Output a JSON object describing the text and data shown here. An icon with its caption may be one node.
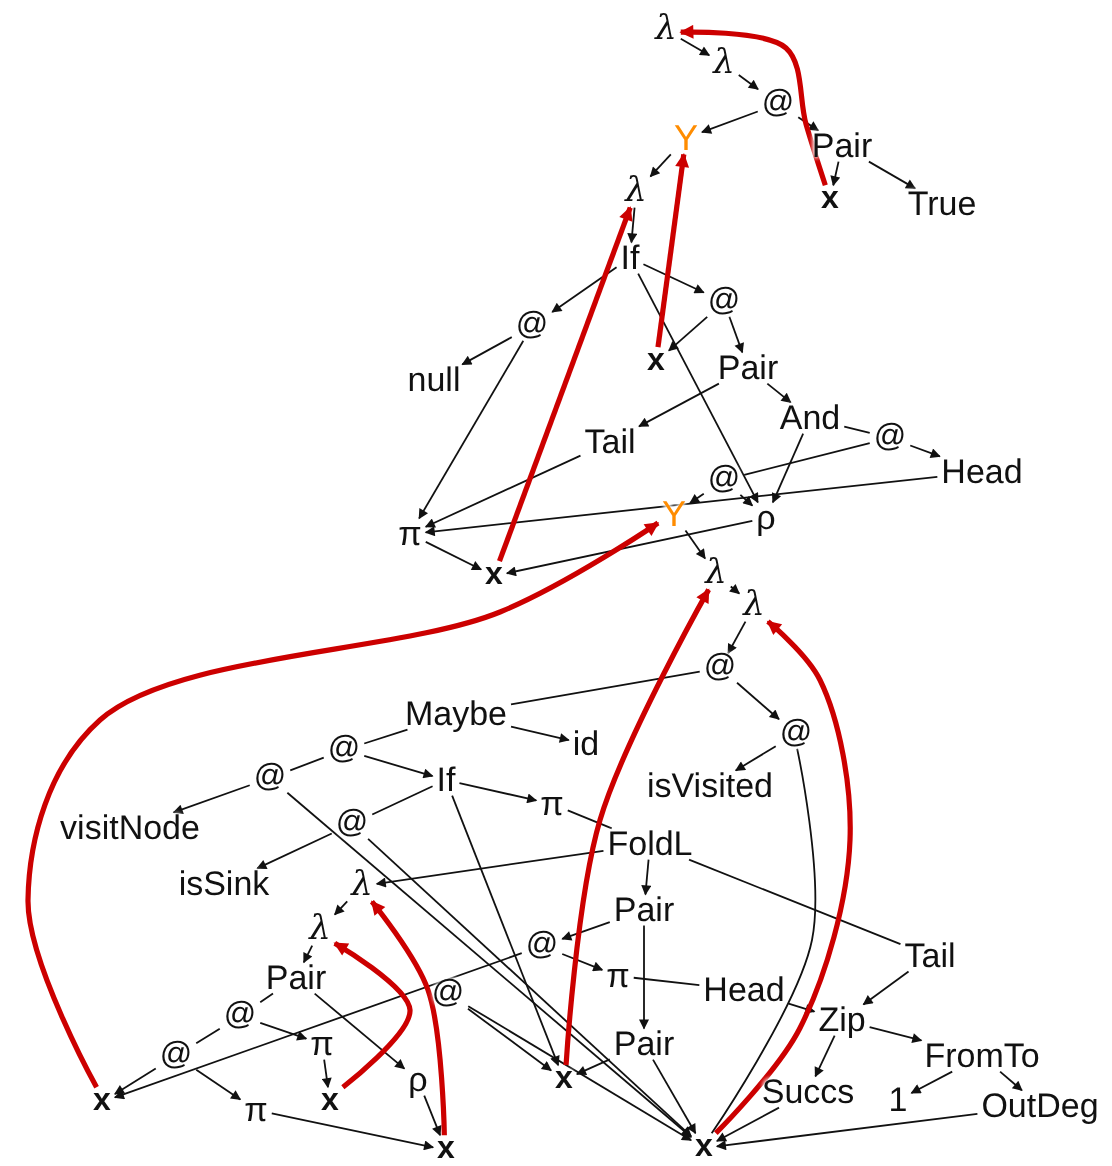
{
  "diagram": {
    "nodes": [
      {
        "text": [
          "λ"
        ]
      },
      {
        "text": [
          "λ"
        ]
      },
      {
        "text": [
          "@"
        ]
      },
      {
        "text": [
          "Y"
        ]
      },
      {
        "text": [
          "Pair"
        ]
      },
      {
        "text": [
          "x"
        ]
      },
      {
        "text": [
          "True"
        ]
      },
      {
        "text": [
          "λ"
        ]
      },
      {
        "text": [
          "If"
        ]
      },
      {
        "text": [
          "@"
        ]
      },
      {
        "text": [
          "@"
        ]
      },
      {
        "text": [
          "null"
        ]
      },
      {
        "text": [
          "x"
        ]
      },
      {
        "text": [
          "Pair"
        ]
      },
      {
        "text": [
          "And"
        ]
      },
      {
        "text": [
          "@"
        ]
      },
      {
        "text": [
          "Tail"
        ]
      },
      {
        "text": [
          "Head"
        ]
      },
      {
        "text": [
          "@"
        ]
      },
      {
        "text": [
          "Y"
        ]
      },
      {
        "text": [
          "ρ"
        ]
      },
      {
        "text": [
          "π"
        ]
      },
      {
        "text": [
          "x"
        ]
      },
      {
        "text": [
          "λ"
        ]
      },
      {
        "text": [
          "λ"
        ]
      },
      {
        "text": [
          "@"
        ]
      },
      {
        "text": [
          "Maybe"
        ]
      },
      {
        "text": [
          "id"
        ]
      },
      {
        "text": [
          "@"
        ]
      },
      {
        "text": [
          "isVisited"
        ]
      },
      {
        "text": [
          "@"
        ]
      },
      {
        "text": [
          "If"
        ]
      },
      {
        "text": [
          "π"
        ]
      },
      {
        "text": [
          "@"
        ]
      },
      {
        "text": [
          "visitNode"
        ]
      },
      {
        "text": [
          "@"
        ]
      },
      {
        "text": [
          "FoldL"
        ]
      },
      {
        "text": [
          "isSink"
        ]
      },
      {
        "text": [
          "λ"
        ]
      },
      {
        "text": [
          "Pair"
        ]
      },
      {
        "text": [
          "λ"
        ]
      },
      {
        "text": [
          "Pair"
        ]
      },
      {
        "text": [
          "@"
        ]
      },
      {
        "text": [
          "@"
        ]
      },
      {
        "text": [
          "π"
        ]
      },
      {
        "text": [
          "Head"
        ]
      },
      {
        "text": [
          "@"
        ]
      },
      {
        "text": [
          "Tail"
        ]
      },
      {
        "text": [
          "Zip"
        ]
      },
      {
        "text": [
          "@"
        ]
      },
      {
        "text": [
          "π"
        ]
      },
      {
        "text": [
          "Pair"
        ]
      },
      {
        "text": [
          "FromTo"
        ]
      },
      {
        "text": [
          "ρ"
        ]
      },
      {
        "text": [
          "x"
        ]
      },
      {
        "text": [
          "x"
        ]
      },
      {
        "text": [
          "π"
        ]
      },
      {
        "text": [
          "x"
        ]
      },
      {
        "text": [
          "Succs"
        ]
      },
      {
        "text": [
          "1"
        ]
      },
      {
        "text": [
          "OutDeg"
        ]
      },
      {
        "text": [
          "x"
        ]
      },
      {
        "text": [
          "x"
        ]
      }
    ],
    "edges": [
      {
        "from": 0,
        "to": 1,
        "arrow": "to"
      },
      {
        "from": 1,
        "to": 2,
        "arrow": "to"
      },
      {
        "from": 2,
        "to": 3,
        "arrow": "to"
      },
      {
        "from": 2,
        "to": 4,
        "arrow": "to"
      },
      {
        "from": 4,
        "to": 5,
        "arrow": "to"
      },
      {
        "from": 4,
        "to": 6,
        "arrow": "to"
      },
      {
        "from": 3,
        "to": 7,
        "arrow": "to"
      },
      {
        "from": 7,
        "to": 8,
        "arrow": "to"
      },
      {
        "from": 8,
        "to": 9,
        "arrow": "to"
      },
      {
        "from": 8,
        "to": 10,
        "arrow": "to"
      },
      {
        "from": 8,
        "to": 20,
        "arrow": "to"
      },
      {
        "from": 9,
        "to": 11,
        "arrow": "to"
      },
      {
        "from": 9,
        "to": 21,
        "arrow": "to"
      },
      {
        "from": 10,
        "to": 12,
        "arrow": "to"
      },
      {
        "from": 10,
        "to": 13,
        "arrow": "to"
      },
      {
        "from": 13,
        "to": 16,
        "arrow": "to"
      },
      {
        "from": 13,
        "to": 14,
        "arrow": "to"
      },
      {
        "from": 14,
        "to": 20,
        "arrow": "to"
      },
      {
        "from": 15,
        "to": 14,
        "arrow": "none"
      },
      {
        "from": 15,
        "to": 17,
        "arrow": "to"
      },
      {
        "from": 18,
        "to": 15,
        "arrow": "none"
      },
      {
        "from": 18,
        "to": 19,
        "arrow": "to"
      },
      {
        "from": 18,
        "to": 20,
        "arrow": "to"
      },
      {
        "from": 17,
        "to": 21,
        "arrow": "to"
      },
      {
        "from": 16,
        "to": 21,
        "arrow": "to"
      },
      {
        "from": 20,
        "to": 22,
        "arrow": "to"
      },
      {
        "from": 21,
        "to": 22,
        "arrow": "to"
      },
      {
        "from": 19,
        "to": 23,
        "arrow": "to"
      },
      {
        "from": 23,
        "to": 24,
        "arrow": "to"
      },
      {
        "from": 24,
        "to": 25,
        "arrow": "to"
      },
      {
        "from": 25,
        "to": 26,
        "arrow": "none"
      },
      {
        "from": 25,
        "to": 28,
        "arrow": "to"
      },
      {
        "from": 28,
        "to": 29,
        "arrow": "to"
      },
      {
        "from": 28,
        "to": 62,
        "arrow": "none"
      },
      {
        "from": 26,
        "to": 27,
        "arrow": "to"
      },
      {
        "from": 30,
        "to": 26,
        "arrow": "none"
      },
      {
        "from": 30,
        "to": 31,
        "arrow": "to"
      },
      {
        "from": 33,
        "to": 30,
        "arrow": "none"
      },
      {
        "from": 33,
        "to": 34,
        "arrow": "to"
      },
      {
        "from": 33,
        "to": 62,
        "arrow": "to"
      },
      {
        "from": 31,
        "to": 32,
        "arrow": "to"
      },
      {
        "from": 31,
        "to": 57,
        "arrow": "to"
      },
      {
        "from": 32,
        "to": 36,
        "arrow": "none"
      },
      {
        "from": 35,
        "to": 31,
        "arrow": "none"
      },
      {
        "from": 35,
        "to": 37,
        "arrow": "to"
      },
      {
        "from": 35,
        "to": 62,
        "arrow": "to"
      },
      {
        "from": 36,
        "to": 38,
        "arrow": "to"
      },
      {
        "from": 36,
        "to": 39,
        "arrow": "to"
      },
      {
        "from": 36,
        "to": 47,
        "arrow": "none"
      },
      {
        "from": 38,
        "to": 40,
        "arrow": "to"
      },
      {
        "from": 40,
        "to": 41,
        "arrow": "to"
      },
      {
        "from": 41,
        "to": 43,
        "arrow": "none"
      },
      {
        "from": 41,
        "to": 53,
        "arrow": "to"
      },
      {
        "from": 43,
        "to": 49,
        "arrow": "none"
      },
      {
        "from": 43,
        "to": 50,
        "arrow": "to"
      },
      {
        "from": 49,
        "to": 54,
        "arrow": "to"
      },
      {
        "from": 49,
        "to": 56,
        "arrow": "to"
      },
      {
        "from": 50,
        "to": 55,
        "arrow": "to"
      },
      {
        "from": 56,
        "to": 61,
        "arrow": "to"
      },
      {
        "from": 53,
        "to": 61,
        "arrow": "to"
      },
      {
        "from": 39,
        "to": 42,
        "arrow": "to"
      },
      {
        "from": 39,
        "to": 51,
        "arrow": "to"
      },
      {
        "from": 42,
        "to": 54,
        "arrow": "to"
      },
      {
        "from": 42,
        "to": 44,
        "arrow": "to"
      },
      {
        "from": 46,
        "to": 57,
        "arrow": "to"
      },
      {
        "from": 46,
        "to": 62,
        "arrow": "to"
      },
      {
        "from": 44,
        "to": 45,
        "arrow": "none"
      },
      {
        "from": 45,
        "to": 48,
        "arrow": "to"
      },
      {
        "from": 47,
        "to": 48,
        "arrow": "to"
      },
      {
        "from": 48,
        "to": 52,
        "arrow": "to"
      },
      {
        "from": 48,
        "to": 58,
        "arrow": "to"
      },
      {
        "from": 52,
        "to": 59,
        "arrow": "to"
      },
      {
        "from": 52,
        "to": 60,
        "arrow": "to"
      },
      {
        "from": 58,
        "to": 62,
        "arrow": "to"
      },
      {
        "from": 60,
        "to": 62,
        "arrow": "to"
      },
      {
        "from": 51,
        "to": 57,
        "arrow": "to"
      },
      {
        "from": 51,
        "to": 62,
        "arrow": "to"
      },
      {
        "from": 5,
        "to": 0,
        "arrow": "to",
        "style": "thick",
        "color": "#cc0000"
      },
      {
        "from": 12,
        "to": 3,
        "arrow": "to",
        "style": "thick",
        "color": "#cc0000"
      },
      {
        "from": 22,
        "to": 7,
        "arrow": "to",
        "style": "thick",
        "color": "#cc0000"
      },
      {
        "from": 54,
        "to": 19,
        "arrow": "to",
        "style": "thick",
        "color": "#cc0000"
      },
      {
        "from": 57,
        "to": 23,
        "arrow": "to",
        "style": "thick",
        "color": "#cc0000"
      },
      {
        "from": 62,
        "to": 24,
        "arrow": "to",
        "style": "thick",
        "color": "#cc0000"
      },
      {
        "from": 55,
        "to": 40,
        "arrow": "to",
        "style": "thick",
        "color": "#cc0000"
      },
      {
        "from": 61,
        "to": 38,
        "arrow": "to",
        "style": "thick",
        "color": "#cc0000"
      }
    ]
  }
}
